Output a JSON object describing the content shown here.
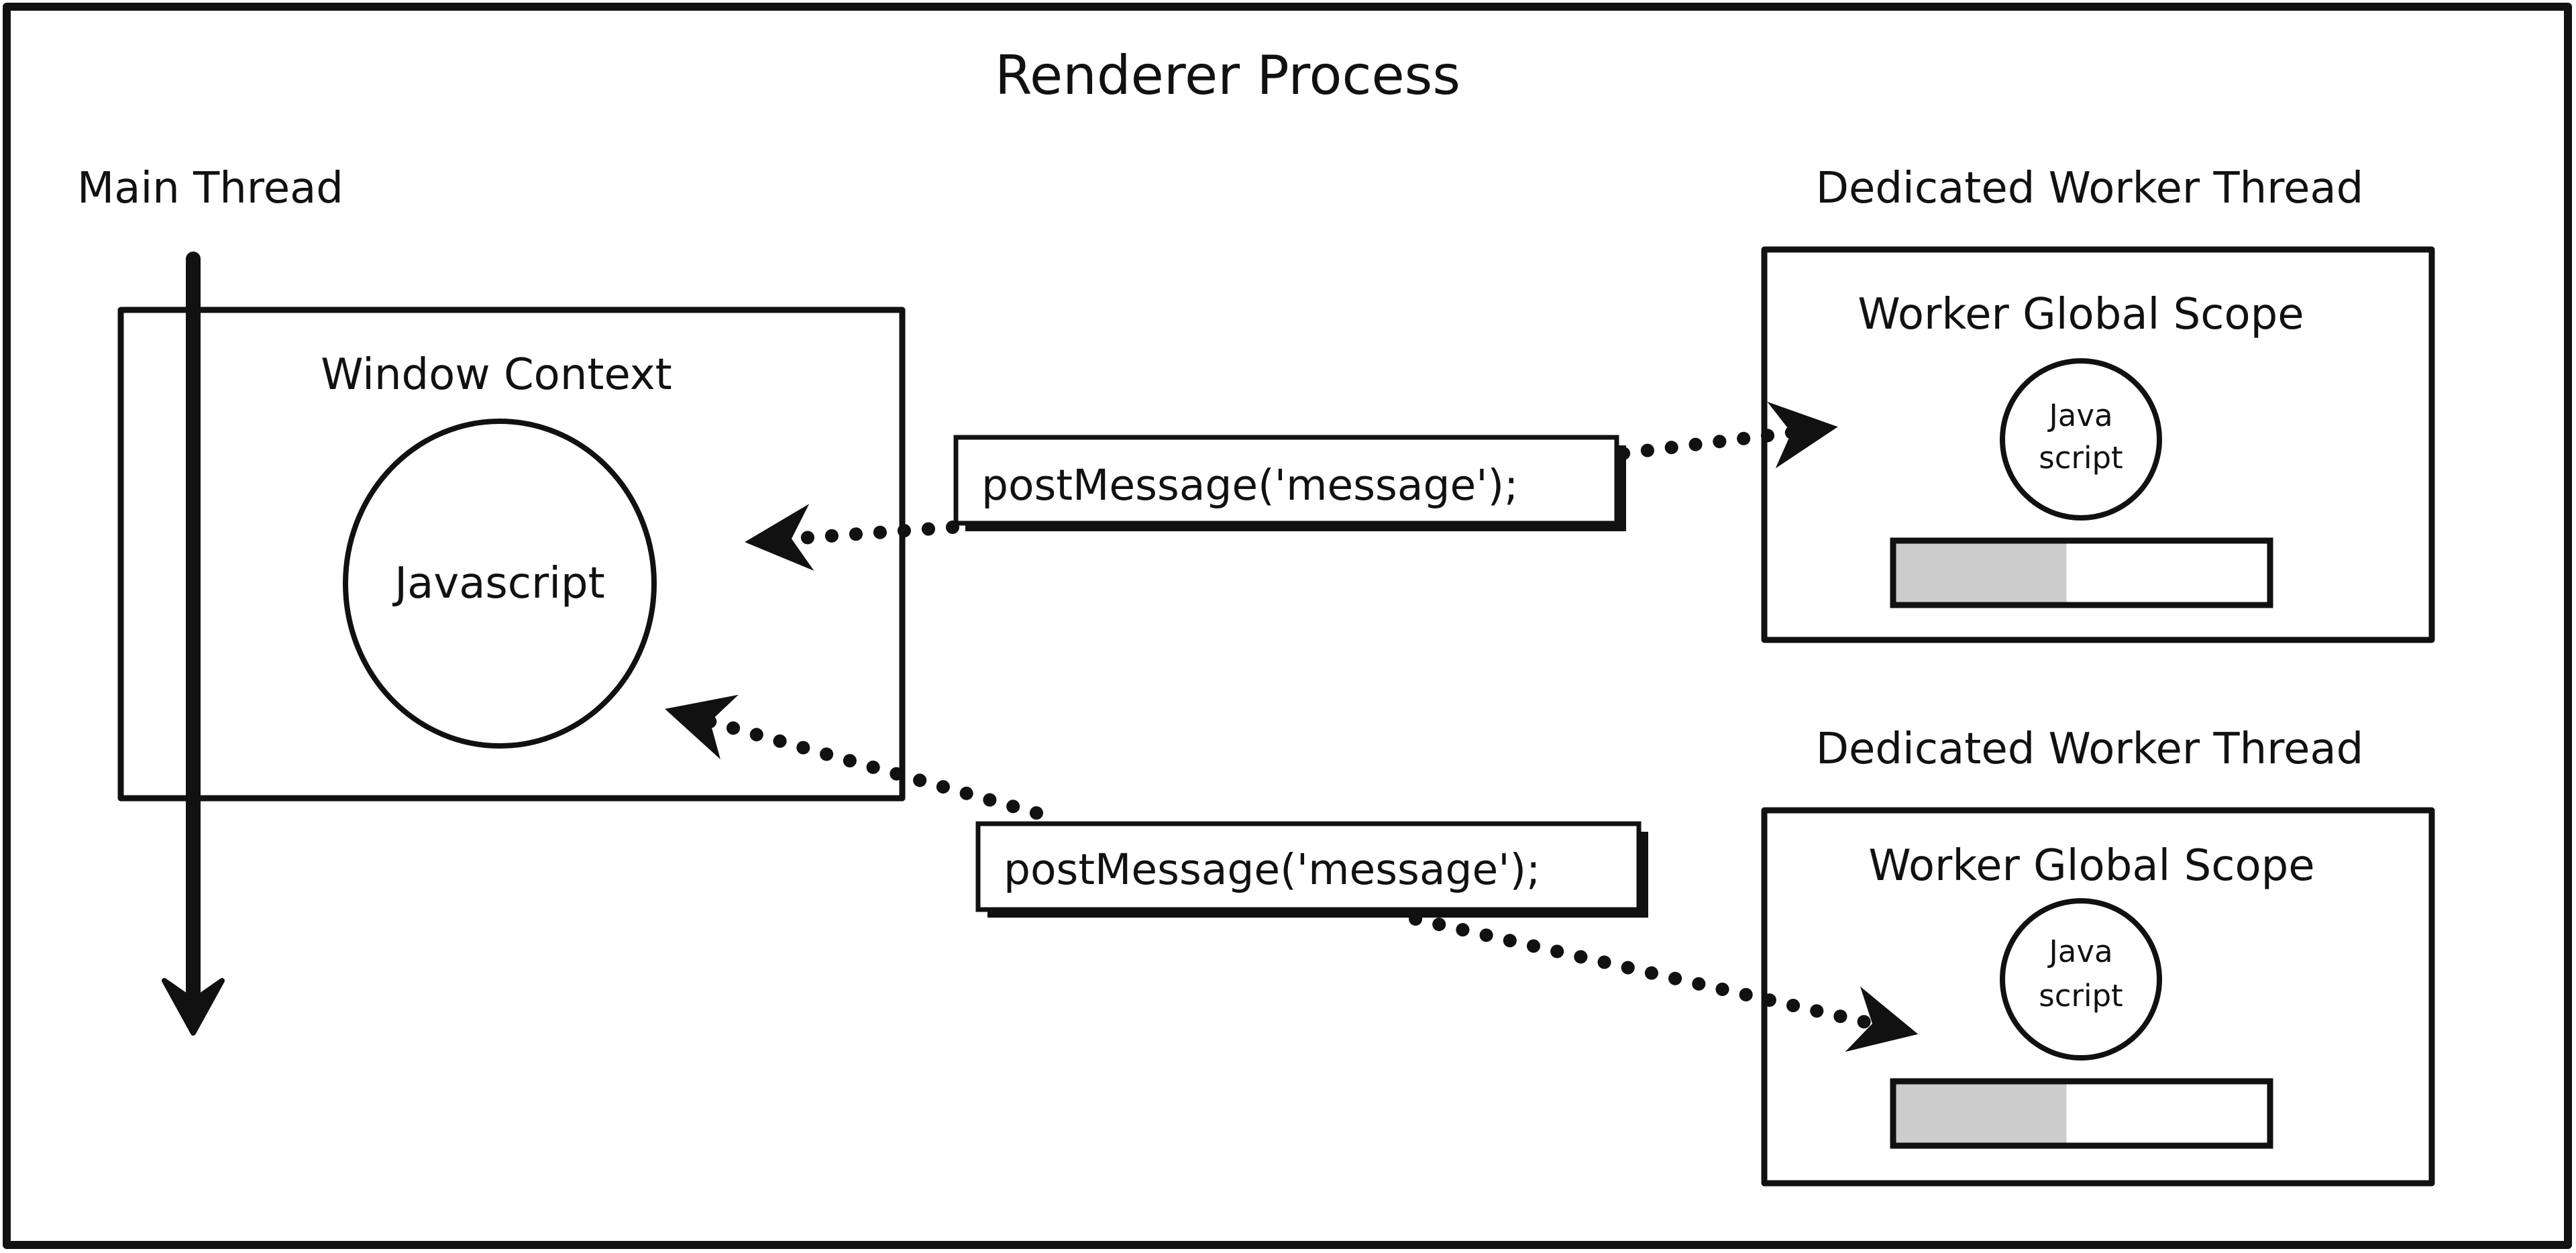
{
  "process_title": "Renderer Process",
  "main_thread": {
    "label": "Main Thread",
    "context_label": "Window Context",
    "js_label": "Javascript"
  },
  "workers": [
    {
      "thread_label": "Dedicated Worker Thread",
      "scope_label": "Worker Global Scope",
      "js_label_line1": "Java",
      "js_label_line2": "script",
      "progress": 0.46
    },
    {
      "thread_label": "Dedicated Worker Thread",
      "scope_label": "Worker Global Scope",
      "js_label_line1": "Java",
      "js_label_line2": "script",
      "progress": 0.46
    }
  ],
  "messages": [
    {
      "label": "postMessage('message');"
    },
    {
      "label": "postMessage('message');"
    }
  ],
  "colors": {
    "ink": "#111111",
    "progress_fill": "#cccccc",
    "background": "#ffffff"
  }
}
